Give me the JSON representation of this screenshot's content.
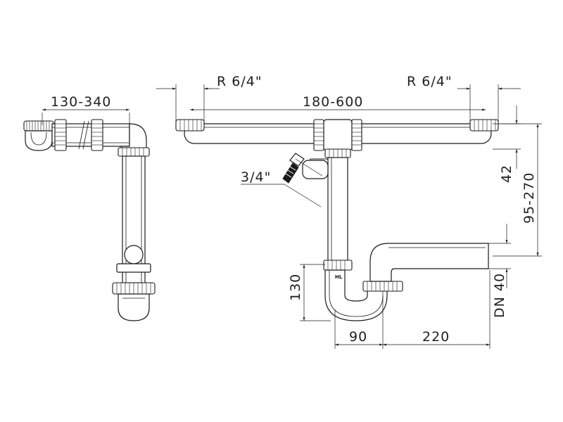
{
  "dimensions": {
    "side_width": "130-340",
    "thread_left": "R 6/4\"",
    "thread_right": "R 6/4\"",
    "main_width": "180-600",
    "connection_offset": "42",
    "height_range": "95-270",
    "hose_thread": "3/4\"",
    "trap_height": "130",
    "pipe_diameter": "DN 40",
    "trap_width": "90",
    "outlet_length": "220"
  },
  "markings": {
    "brand": "HL"
  },
  "colors": {
    "line": "#1a1a1a",
    "background": "#ffffff"
  }
}
